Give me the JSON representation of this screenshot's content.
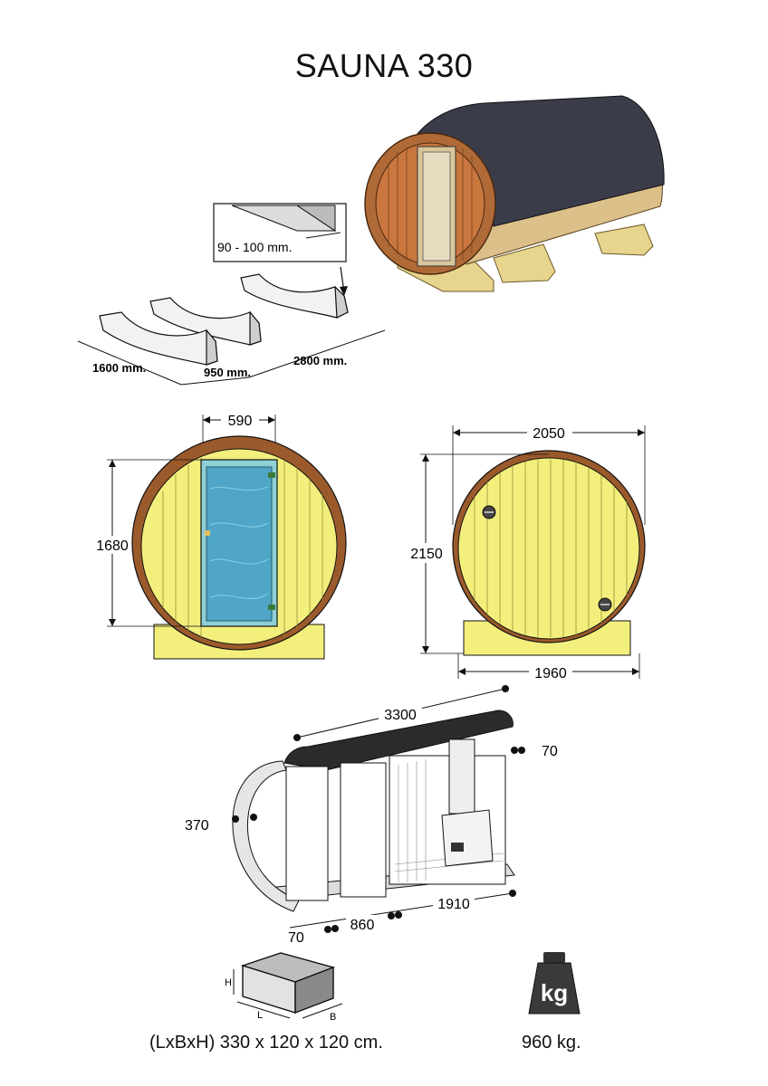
{
  "title": "SAUNA 330",
  "colors": {
    "wall_yellow": "#f3ef7c",
    "wood_brown": "#9b5a2c",
    "roof_dark": "#3b3c4a",
    "glass_blue": "#4fa6c7",
    "line": "#111111"
  },
  "support_detail": {
    "thickness_label": "90 - 100 mm.",
    "length_1600": "1600 mm.",
    "spacing_950": "950 mm.",
    "length_2800": "2800 mm."
  },
  "front_view": {
    "door_width": "590",
    "door_height": "1680"
  },
  "back_view": {
    "width_top": "2050",
    "height": "2150",
    "width_bottom": "1960"
  },
  "section_view": {
    "length": "3300",
    "wall_70_right": "70",
    "radius_370": "370",
    "wall_70_left": "70",
    "room_860": "860",
    "room_1910": "1910"
  },
  "package": {
    "dims_caption": "(LxBxH) 330 x 120 x 120 cm.",
    "label_h": "H",
    "label_l": "L",
    "label_b": "B",
    "icon": "box-icon"
  },
  "weight": {
    "value_caption": "960 kg.",
    "icon_text": "kg",
    "icon": "weight-icon"
  }
}
